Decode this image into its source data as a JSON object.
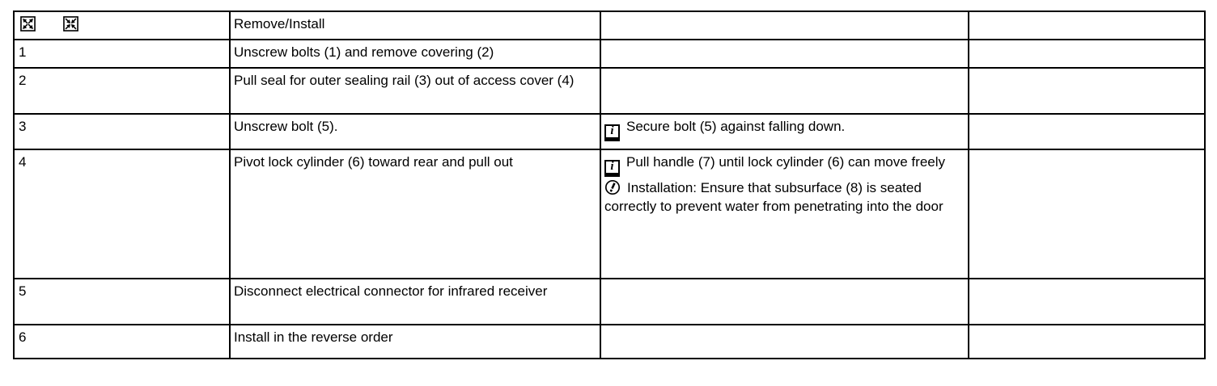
{
  "colors": {
    "background": "#ffffff",
    "text": "#000000",
    "border": "#000000"
  },
  "table": {
    "header": {
      "icons": [
        {
          "name": "remove-icon"
        },
        {
          "name": "install-icon"
        }
      ],
      "title": "Remove/Install"
    },
    "rows": [
      {
        "step": "1",
        "instruction": "Unscrew bolts (1) and remove covering (2)",
        "notes": []
      },
      {
        "step": "2",
        "instruction": "Pull seal for outer sealing rail (3) out of access cover (4)",
        "notes": []
      },
      {
        "step": "3",
        "instruction": "Unscrew bolt (5).",
        "notes": [
          {
            "icon": "info",
            "icon_name": "info-icon",
            "text": "Secure bolt (5) against falling down."
          }
        ]
      },
      {
        "step": "4",
        "instruction": "Pivot lock cylinder (6) toward rear and pull out",
        "notes": [
          {
            "icon": "info",
            "icon_name": "info-icon",
            "text": "Pull handle (7) until lock cylinder (6) can move freely"
          },
          {
            "icon": "installation",
            "icon_name": "installation-note-icon",
            "text": "Installation: Ensure that subsurface (8) is seated correctly to prevent water from penetrating into the door"
          }
        ]
      },
      {
        "step": "5",
        "instruction": "Disconnect electrical connector for infrared receiver",
        "notes": []
      },
      {
        "step": "6",
        "instruction": "Install in the reverse order",
        "notes": []
      }
    ]
  }
}
